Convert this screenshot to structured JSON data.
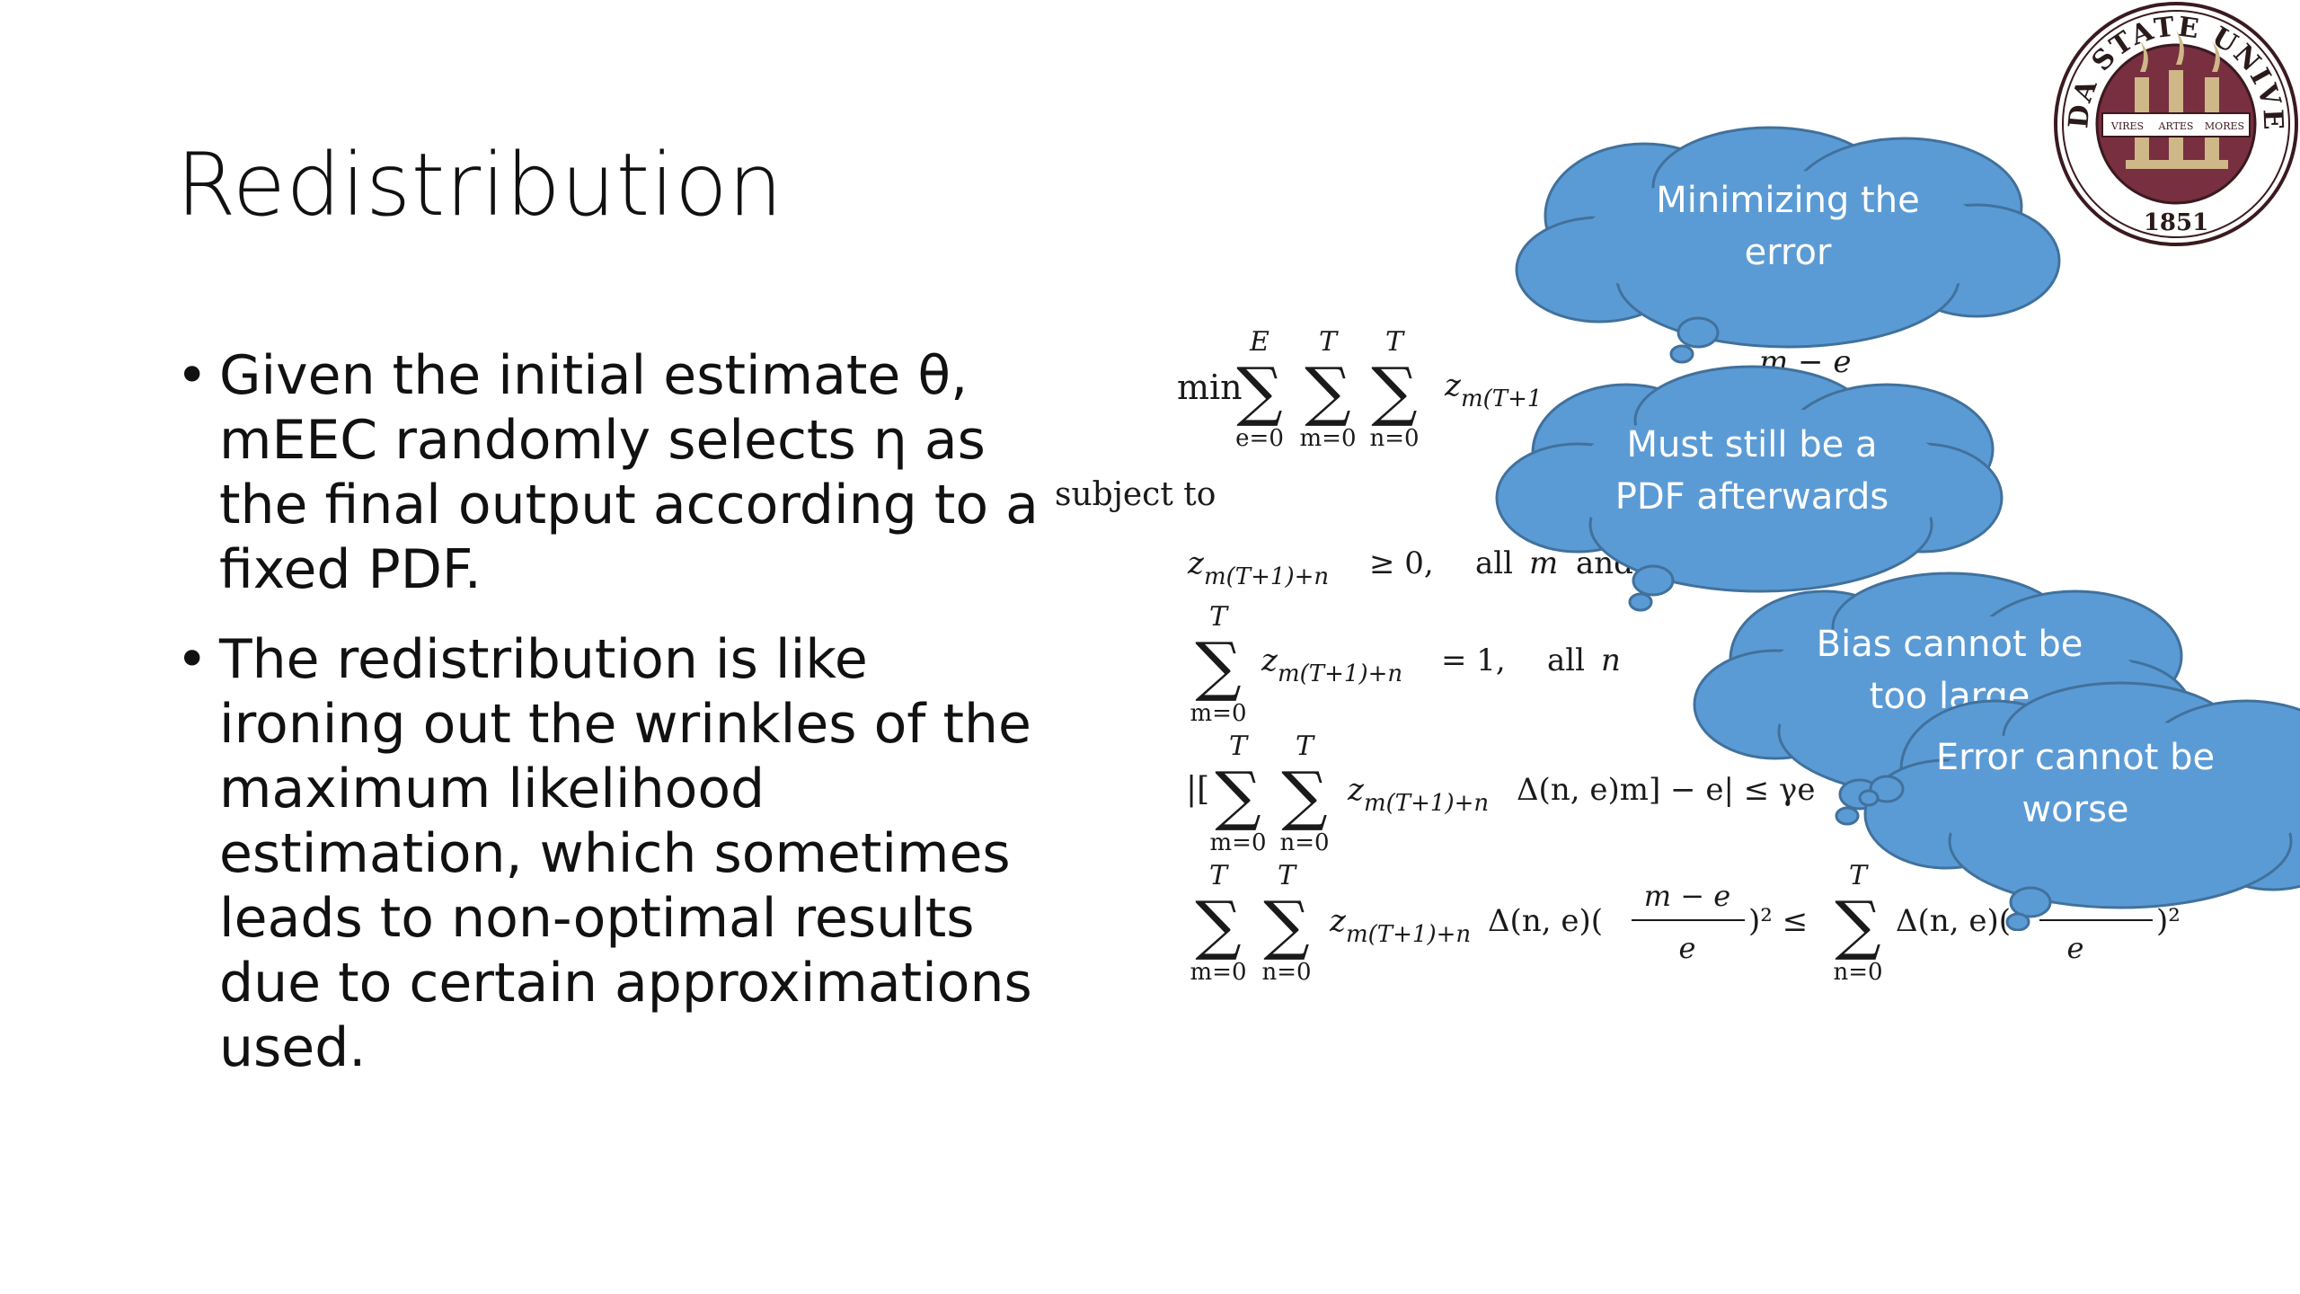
{
  "slide": {
    "title": "Redistribution",
    "bullets": [
      {
        "marker": "•",
        "text": "Given the initial estimate θ, mEEC randomly selects η as the final output according to a fixed PDF."
      },
      {
        "marker": "•",
        "text": "The redistribution is like ironing out the wrinkles of the maximum likelihood estimation, which sometimes leads to non-optimal results due to certain approximations used."
      }
    ]
  },
  "logo": {
    "upper_text": "FLORIDA STATE UNIVERSITY",
    "year": "1851",
    "motto": [
      "VIRES",
      "ARTES",
      "MORES"
    ],
    "colors": {
      "garnet": "#782F40",
      "gold": "#CEB888",
      "dark": "#3a1a20"
    }
  },
  "formula": {
    "objective": {
      "min": "min",
      "sum1_upper": "E",
      "sum1_lower": "e=0",
      "sum2_upper": "T",
      "sum2_lower": "m=0",
      "sum3_upper": "T",
      "sum3_lower": "n=0",
      "term": "z",
      "term_sub": "m(T+1",
      "partial": "m − e"
    },
    "subject_to": "subject to",
    "c1": {
      "z": "z",
      "sub": "m(T+1)+n",
      "rel": "≥ 0,",
      "all": "all",
      "var": "m",
      "tail": "and"
    },
    "c2": {
      "sum_upper": "T",
      "sum_lower": "m=0",
      "z": "z",
      "sub": "m(T+1)+n",
      "rel": "= 1,",
      "all": "all",
      "var": "n"
    },
    "c3": {
      "open": "|[",
      "sum1_upper": "T",
      "sum1_lower": "m=0",
      "sum2_upper": "T",
      "sum2_lower": "n=0",
      "z": "z",
      "sub": "m(T+1)+n",
      "body": "Δ(n, e)m] − e| ≤ γe"
    },
    "c4": {
      "sum1_upper": "T",
      "sum1_lower": "m=0",
      "sum2_upper": "T",
      "sum2_lower": "n=0",
      "z": "z",
      "sub": "m(T+1)+n",
      "delta": "Δ(n, e)(",
      "num": "m − e",
      "den": "e",
      "sq": ")² ≤",
      "sum3_upper": "T",
      "sum3_lower": "n=0",
      "delta2": "Δ(n, e)(",
      "num2": "− e",
      "den2": "e",
      "sq2": ")²"
    }
  },
  "callouts": [
    {
      "lines": [
        "Minimizing the",
        "error"
      ]
    },
    {
      "lines": [
        "Must still be a",
        "PDF afterwards"
      ]
    },
    {
      "lines": [
        "Bias cannot be",
        "too large"
      ]
    },
    {
      "lines": [
        "Error cannot be",
        "worse"
      ]
    }
  ],
  "colors": {
    "callout_fill": "#5B9BD5",
    "callout_stroke": "#41719C",
    "callout_text": "#FFFFFF",
    "text": "#111111"
  }
}
